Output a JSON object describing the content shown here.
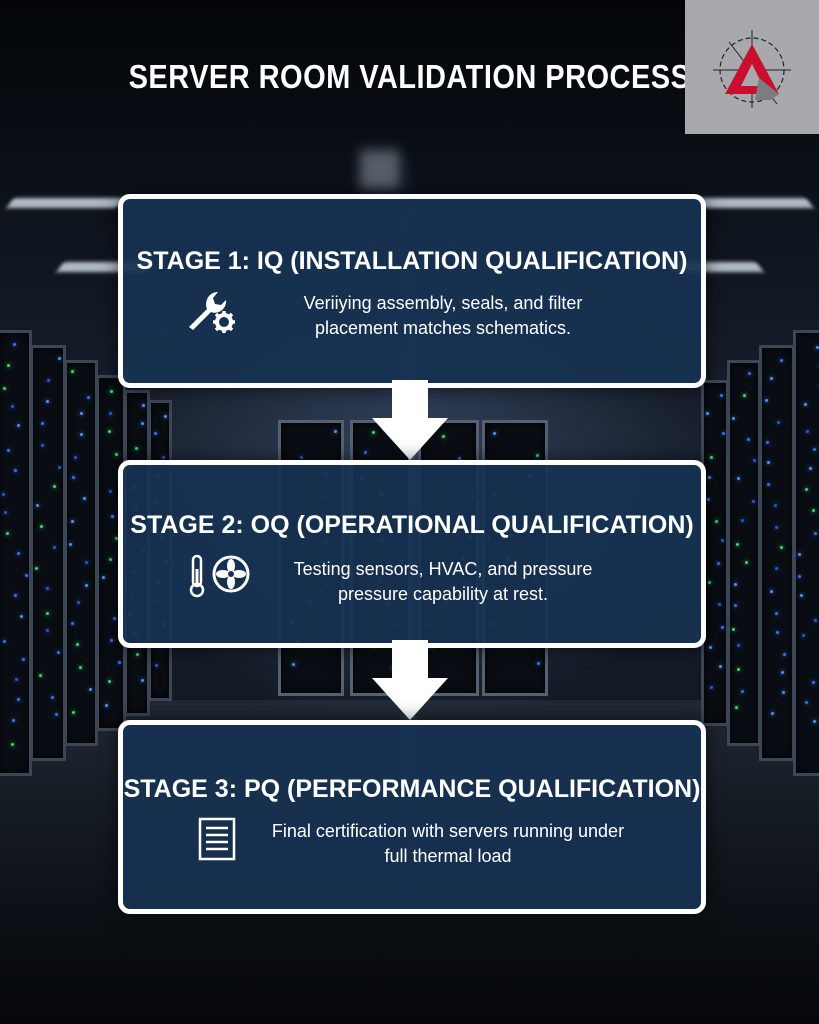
{
  "title": "SERVER ROOM VALIDATION PROCESS",
  "logo": {
    "icon": "triangle-a-logo-icon",
    "accent": "#c8102e"
  },
  "stages": [
    {
      "title": "STAGE 1: IQ (INSTALLATION QUALIFICATION)",
      "icon": "wrench-gear-icon",
      "lines": [
        "Veriiying assembly, seals, and filter",
        "placement matches schematics."
      ]
    },
    {
      "title": "STAGE 2: OQ (OPERATIONAL QUALIFICATION)",
      "icon": "thermometer-fan-icon",
      "lines": [
        "Testing sensors, HVAC, and pressure",
        "pressure capability at rest."
      ]
    },
    {
      "title": "STAGE 3: PQ (PERFORMANCE QUALIFICATION)",
      "icon": "document-icon",
      "lines": [
        "Final certification with servers running under",
        "full thermal load"
      ]
    }
  ],
  "colors": {
    "card": "#173252",
    "border": "#ffffff",
    "text": "#ffffff"
  }
}
